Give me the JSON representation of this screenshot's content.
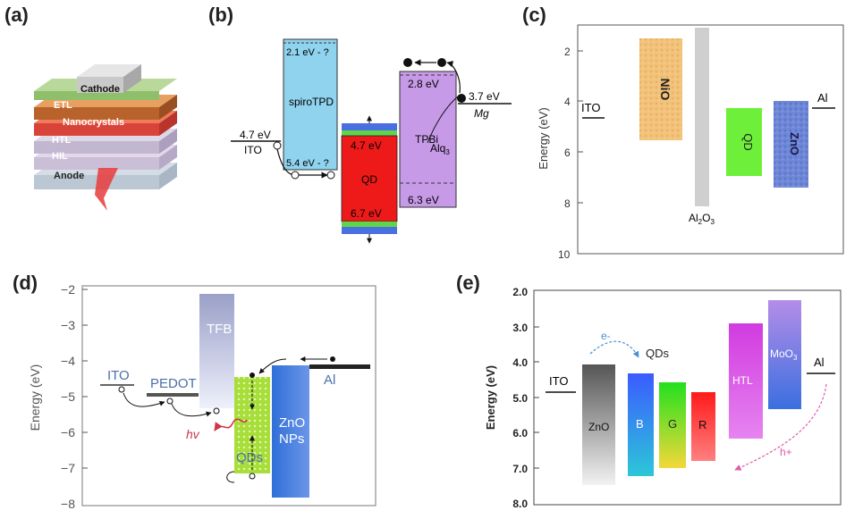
{
  "panels": {
    "a": {
      "label": "(a)",
      "layers": [
        "Cathode",
        "ETL",
        "Nanocrystals",
        "HTL",
        "HIL",
        "Anode"
      ]
    },
    "b": {
      "label": "(b)",
      "ito_energy": "4.7 eV",
      "ito_label": "ITO",
      "spiro_name": "spiroTPD",
      "spiro_top": "2.1 eV - ?",
      "spiro_bottom": "5.4 eV - ?",
      "qd_name": "QD",
      "qd_top": "4.7 eV",
      "qd_bottom": "6.7 eV",
      "tpbi_name": "TPBi",
      "tpbi_top": "2.8 eV",
      "tpbi_bottom": "6.3 eV",
      "alq_label": "Alq",
      "alq_sub": "3",
      "mg_energy": "3.7 eV",
      "mg_label": "Mg"
    },
    "c": {
      "label": "(c)",
      "ylabel": "Energy (eV)",
      "ticks": [
        "2",
        "4",
        "6",
        "8",
        "10"
      ],
      "ito_label": "ITO",
      "al_label": "Al",
      "nio_label": "NiO",
      "al2o3_label": "Al",
      "al2o3_sub1": "2",
      "al2o3_o": "O",
      "al2o3_sub2": "3",
      "qd_label": "QD",
      "zno_label": "ZnO"
    },
    "d": {
      "label": "(d)",
      "ylabel": "Energy (eV)",
      "ticks": [
        "−2",
        "−3",
        "−4",
        "−5",
        "−6",
        "−7",
        "−8"
      ],
      "ito_label": "ITO",
      "pedot_label": "PEDOT",
      "tfb_label": "TFB",
      "qds_label": "QDs",
      "zno_line1": "ZnO",
      "zno_line2": "NPs",
      "al_label": "Al",
      "hv_label": "hv"
    },
    "e": {
      "label": "(e)",
      "ylabel": "Energy (eV)",
      "ticks": [
        "2.0",
        "3.0",
        "4.0",
        "5.0",
        "6.0",
        "7.0",
        "8.0"
      ],
      "ito_label": "ITO",
      "zno_label": "ZnO",
      "electron_label": "e-",
      "qds_label": "QDs",
      "b_label": "B",
      "g_label": "G",
      "r_label": "R",
      "htl_label": "HTL",
      "moo3_label": "MoO",
      "moo3_sub": "3",
      "al_label": "Al",
      "hole_label": "h+"
    }
  }
}
